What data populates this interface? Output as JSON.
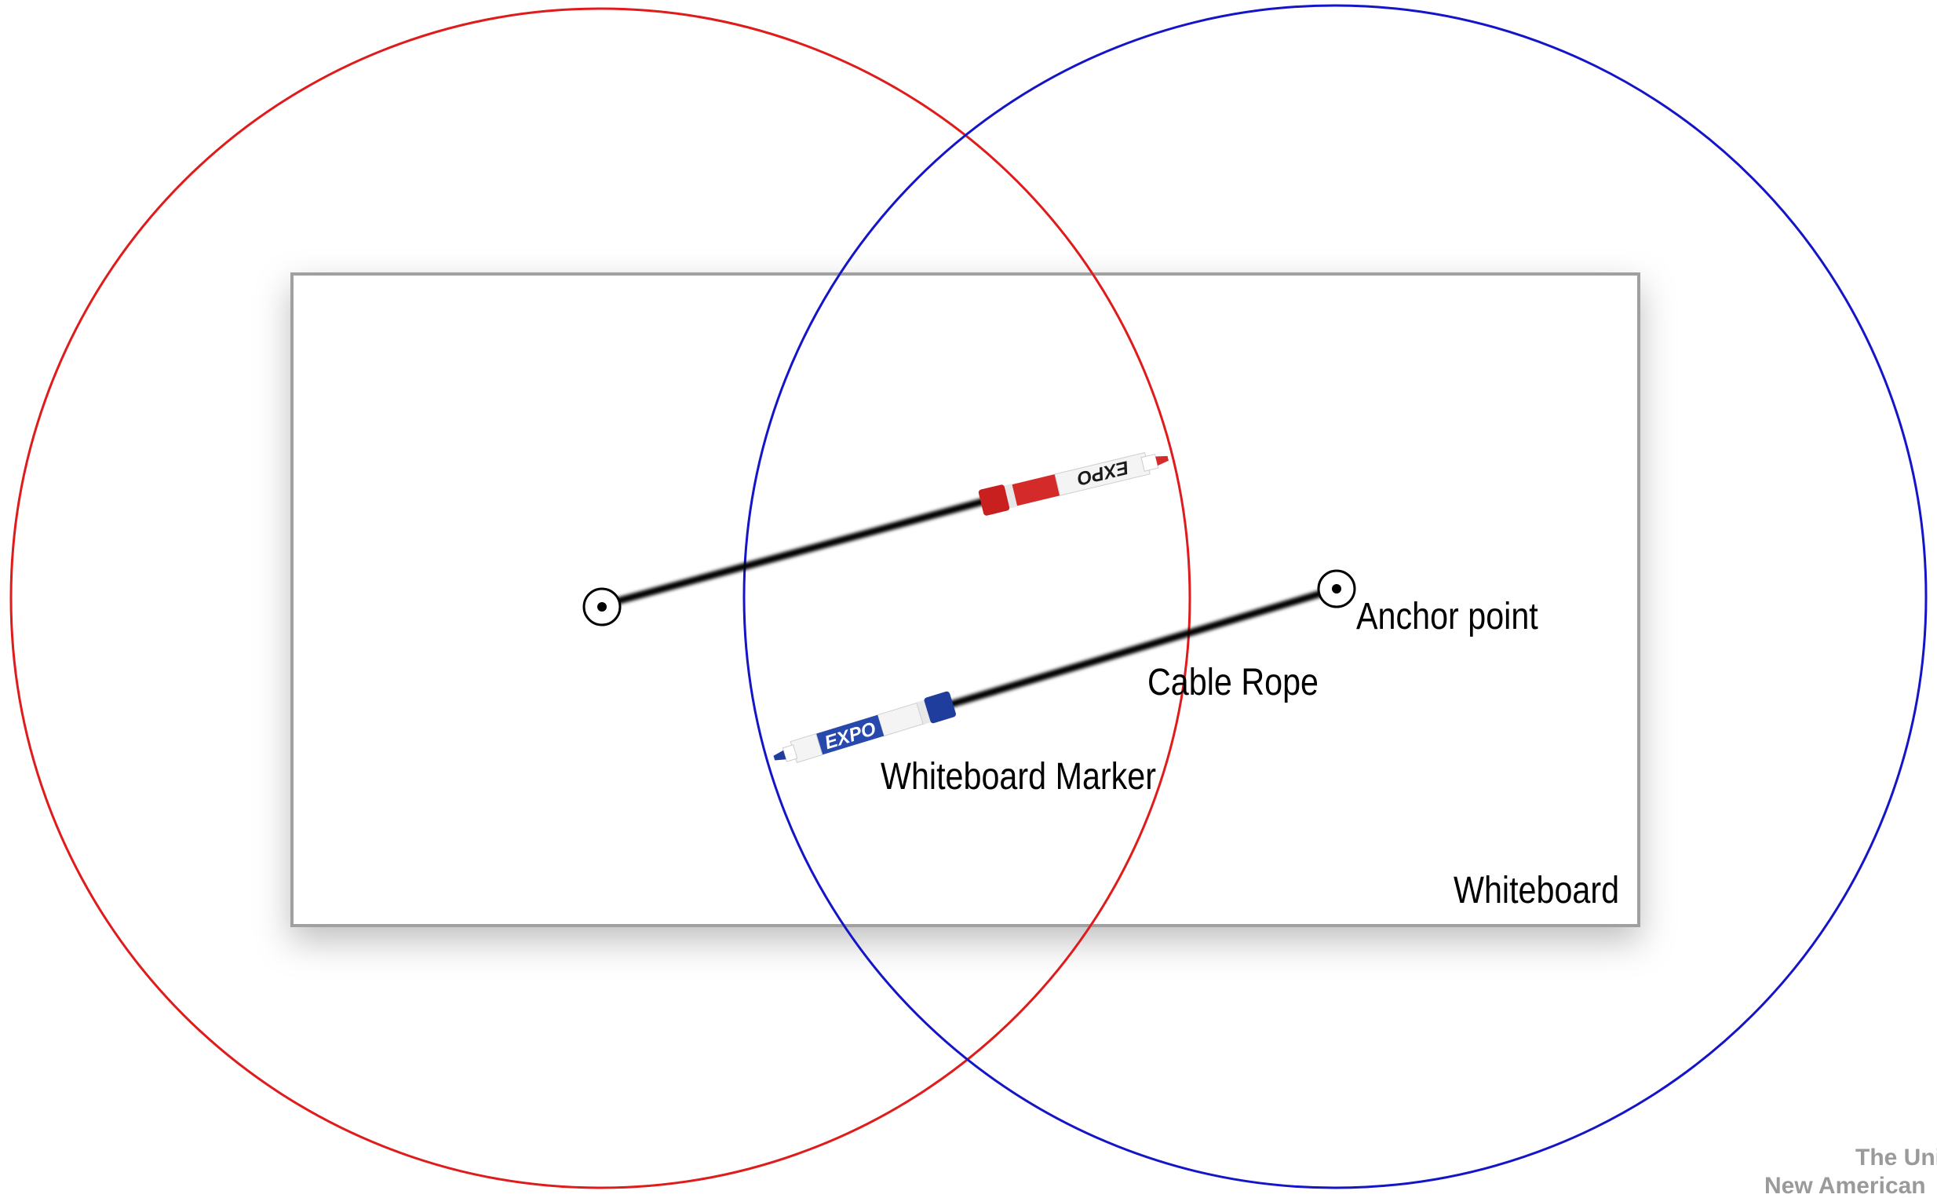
{
  "labels": {
    "anchor_point": "Anchor point",
    "cable_rope": "Cable Rope",
    "whiteboard_marker": "Whiteboard Marker",
    "whiteboard": "Whiteboard"
  },
  "markers": {
    "top": {
      "brand": "EXPO",
      "color": "#d42a2a"
    },
    "bottom": {
      "brand": "EXPO",
      "color": "#1f3d9c"
    }
  },
  "circles": {
    "left_color": "#e01b1b",
    "right_color": "#1414c8"
  },
  "credit": {
    "line1": "The Uni",
    "line2": "New American"
  }
}
